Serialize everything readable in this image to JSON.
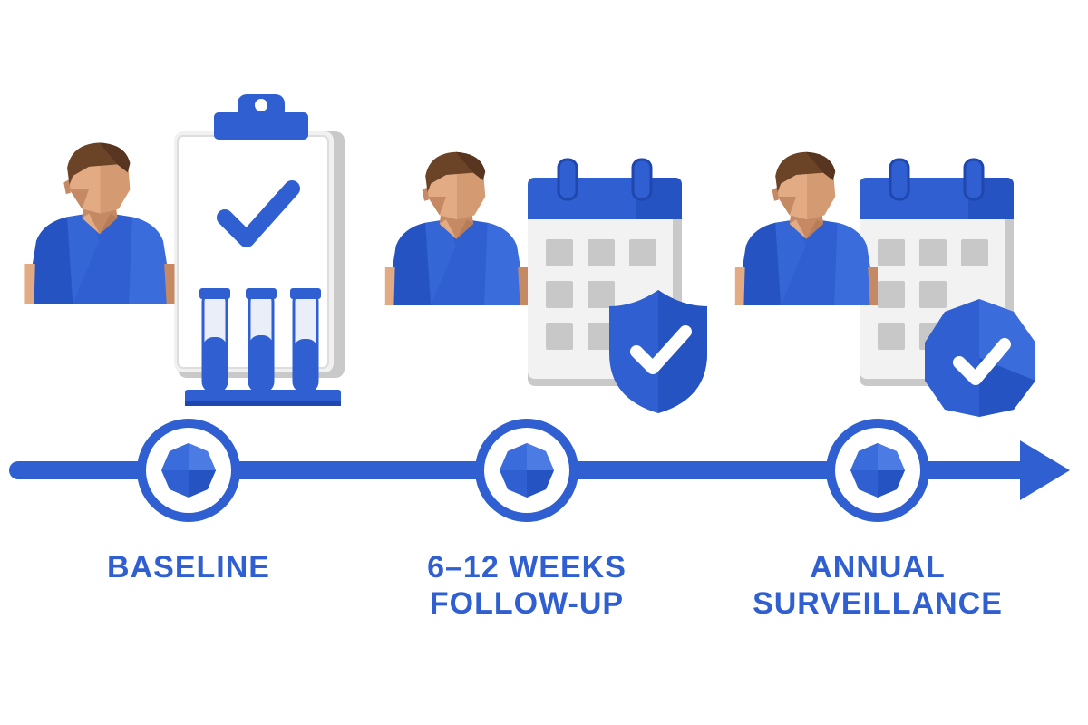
{
  "colors": {
    "brand_blue": "#2f5fd0",
    "blue_dark": "#1f47ad",
    "blue_light": "#4b7be3",
    "skin": "#e2ab84",
    "skin_shadow": "#c58a64",
    "hair": "#6b4327",
    "panel": "#f1f1f1",
    "panel_shadow": "#c9c9c9",
    "tile": "#c8c8c8",
    "white": "#ffffff"
  },
  "icons": {
    "stage_1": [
      "person-icon",
      "clipboard-check-icon",
      "test-tubes-icon"
    ],
    "stage_2": [
      "person-icon",
      "calendar-icon",
      "shield-check-icon"
    ],
    "stage_3": [
      "person-icon",
      "calendar-icon",
      "badge-check-icon"
    ]
  },
  "timeline": {
    "stages": [
      {
        "lines": [
          "BASELINE"
        ]
      },
      {
        "lines": [
          "6–12 WEEKS",
          "FOLLOW-UP"
        ]
      },
      {
        "lines": [
          "ANNUAL",
          "SURVEILLANCE"
        ]
      }
    ]
  }
}
